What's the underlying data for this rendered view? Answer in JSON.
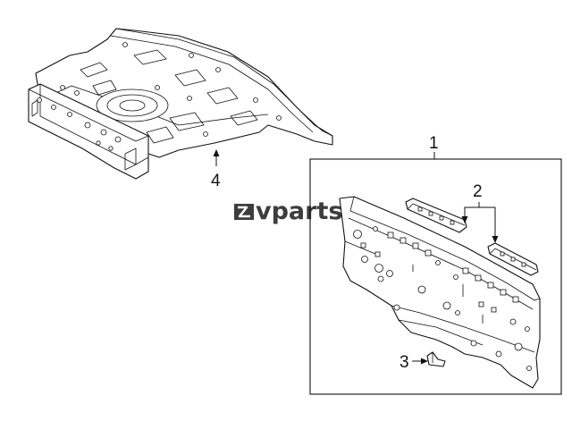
{
  "diagram": {
    "watermark": "vparts",
    "callouts": [
      {
        "id": "1",
        "label": "1"
      },
      {
        "id": "2",
        "label": "2"
      },
      {
        "id": "3",
        "label": "3"
      },
      {
        "id": "4",
        "label": "4"
      }
    ]
  },
  "colors": {
    "line": "#111111",
    "background": "#ffffff",
    "watermark": "#3d3d3d"
  }
}
